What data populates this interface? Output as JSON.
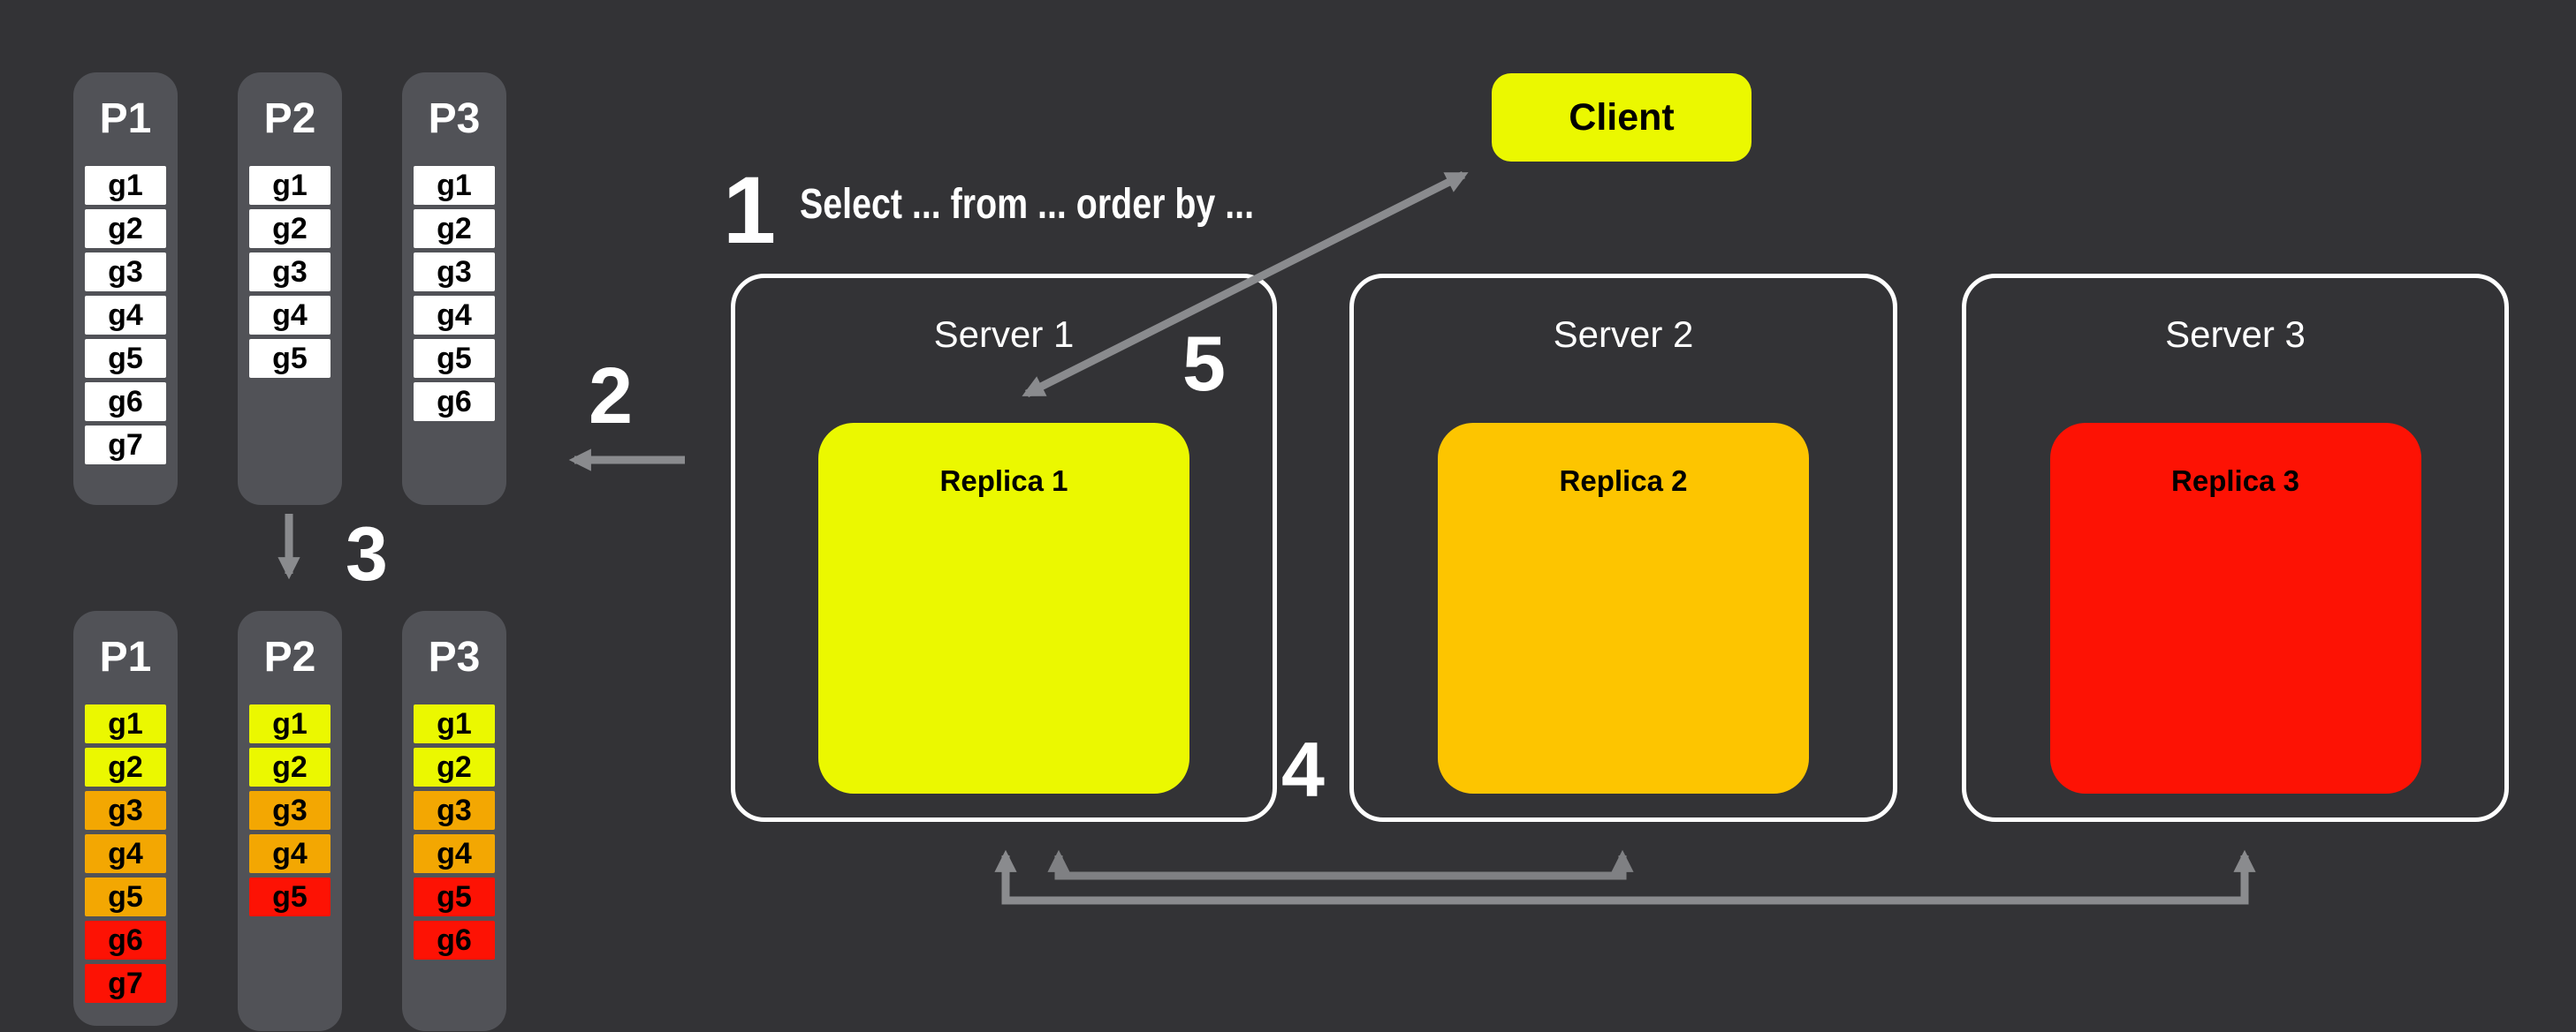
{
  "colors": {
    "background": "#333336",
    "column": "#515257",
    "cell": "#FFFFFF",
    "yellow": "#EBF800",
    "orange": "#F3A702",
    "amber": "#FDC500",
    "red": "#FD1204",
    "arrow": "#8A8B8E",
    "arrow_dark": "#7F8083",
    "server_border": "#FFFFFF",
    "text_light": "#FFFFFF",
    "text_dark": "#000000"
  },
  "steps": {
    "s1": {
      "num": "1",
      "label": "Select ... from ... order by ..."
    },
    "s2": {
      "num": "2"
    },
    "s3": {
      "num": "3"
    },
    "s4": {
      "num": "4"
    },
    "s5": {
      "num": "5"
    }
  },
  "client": {
    "label": "Client"
  },
  "servers": [
    {
      "name": "Server 1",
      "replica": {
        "name": "Replica 1",
        "color": "yellow"
      }
    },
    {
      "name": "Server 2",
      "replica": {
        "name": "Replica 2",
        "color": "amber"
      }
    },
    {
      "name": "Server 3",
      "replica": {
        "name": "Replica 3",
        "color": "red"
      }
    }
  ],
  "partitions_before": [
    {
      "title": "P1",
      "items": [
        {
          "label": "g1",
          "color": "cell"
        },
        {
          "label": "g2",
          "color": "cell"
        },
        {
          "label": "g3",
          "color": "cell"
        },
        {
          "label": "g4",
          "color": "cell"
        },
        {
          "label": "g5",
          "color": "cell"
        },
        {
          "label": "g6",
          "color": "cell"
        },
        {
          "label": "g7",
          "color": "cell"
        }
      ]
    },
    {
      "title": "P2",
      "items": [
        {
          "label": "g1",
          "color": "cell"
        },
        {
          "label": "g2",
          "color": "cell"
        },
        {
          "label": "g3",
          "color": "cell"
        },
        {
          "label": "g4",
          "color": "cell"
        },
        {
          "label": "g5",
          "color": "cell"
        }
      ]
    },
    {
      "title": "P3",
      "items": [
        {
          "label": "g1",
          "color": "cell"
        },
        {
          "label": "g2",
          "color": "cell"
        },
        {
          "label": "g3",
          "color": "cell"
        },
        {
          "label": "g4",
          "color": "cell"
        },
        {
          "label": "g5",
          "color": "cell"
        },
        {
          "label": "g6",
          "color": "cell"
        }
      ]
    }
  ],
  "partitions_after": [
    {
      "title": "P1",
      "items": [
        {
          "label": "g1",
          "color": "yellow"
        },
        {
          "label": "g2",
          "color": "yellow"
        },
        {
          "label": "g3",
          "color": "orange"
        },
        {
          "label": "g4",
          "color": "orange"
        },
        {
          "label": "g5",
          "color": "orange"
        },
        {
          "label": "g6",
          "color": "red"
        },
        {
          "label": "g7",
          "color": "red"
        }
      ]
    },
    {
      "title": "P2",
      "items": [
        {
          "label": "g1",
          "color": "yellow"
        },
        {
          "label": "g2",
          "color": "yellow"
        },
        {
          "label": "g3",
          "color": "orange"
        },
        {
          "label": "g4",
          "color": "orange"
        },
        {
          "label": "g5",
          "color": "red"
        }
      ]
    },
    {
      "title": "P3",
      "items": [
        {
          "label": "g1",
          "color": "yellow"
        },
        {
          "label": "g2",
          "color": "yellow"
        },
        {
          "label": "g3",
          "color": "orange"
        },
        {
          "label": "g4",
          "color": "orange"
        },
        {
          "label": "g5",
          "color": "red"
        },
        {
          "label": "g6",
          "color": "red"
        }
      ]
    }
  ],
  "arrows": {
    "query_response": "double-headed arrow between Replica 1 and Client",
    "step2": "left arrow toward partitions",
    "step3": "down arrow from partitions-before to partitions-after",
    "replication_short": "up-arrows bracket linking Server 1 and Server 2",
    "replication_long": "up-arrows bracket linking Server 1 and Server 3"
  }
}
